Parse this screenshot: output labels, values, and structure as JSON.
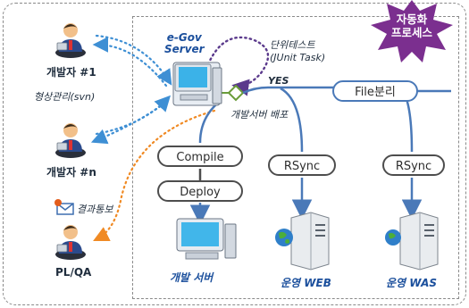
{
  "diagram": {
    "badge": {
      "line1": "자동화",
      "line2": "프로세스"
    },
    "server": {
      "line1": "e-Gov",
      "line2": "Server"
    },
    "unit_test": {
      "line1": "단위테스트",
      "line2": "(JUnit Task)"
    },
    "yes_label": "YES",
    "deploy_label": "개발서버 배포",
    "file_split": "File분리",
    "compile": "Compile",
    "deploy": "Deploy",
    "rsync_web": "RSync",
    "rsync_was": "RSync",
    "dev_server": "개발 서버",
    "prod_web": "운영 WEB",
    "prod_was": "운영 WAS",
    "dev1": "개발자 #1",
    "scm": "형상관리(svn)",
    "devn": "개발자 #n",
    "result_notice": "결과통보",
    "plqa": "PL/QA"
  },
  "colors": {
    "title_blue": "#1b4f9c",
    "pill_border": "#4d4d4d",
    "accent_blue": "#4a79b8",
    "arrow_blue": "#3e8fd4",
    "arrow_orange": "#f08a24",
    "dotted_purple": "#5b3a8c",
    "badge_purple": "#7b2f8f"
  },
  "icons": [
    "person-icon",
    "server-tower-icon",
    "monitor-icon",
    "envelope-icon",
    "globe-icon",
    "diamond-decision-icon",
    "star-badge-icon"
  ]
}
